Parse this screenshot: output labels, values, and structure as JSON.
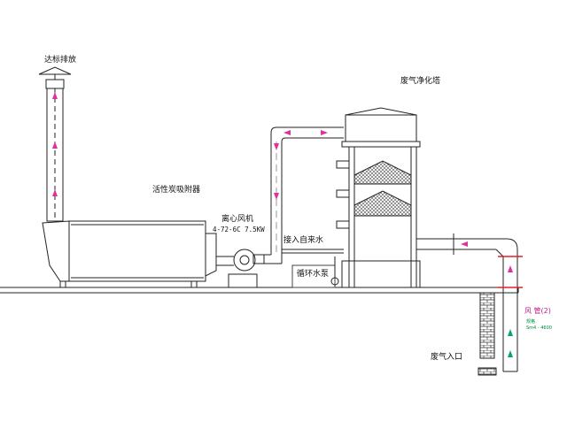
{
  "labels": {
    "stack": "达标排放",
    "carbon_adsorber": "活性炭吸附器",
    "fan_name": "离心风机",
    "fan_model": "4-72-6C  7.5KW",
    "tap_water": "接入自来水",
    "circulation_pump": "循环水泵",
    "purification_tower": "废气净化塔",
    "duct_name": "风 管(2)",
    "duct_spec_1": "规格",
    "duct_spec_2": "Sm4 - 4600",
    "exhaust_inlet": "废气入口"
  },
  "colors": {
    "line": "#222222",
    "ground": "#333333",
    "flow_arrow": "#e0309a",
    "flow_arrow_green": "#00a860",
    "flange_red": "#e02020",
    "label_pink": "#c0208a"
  }
}
